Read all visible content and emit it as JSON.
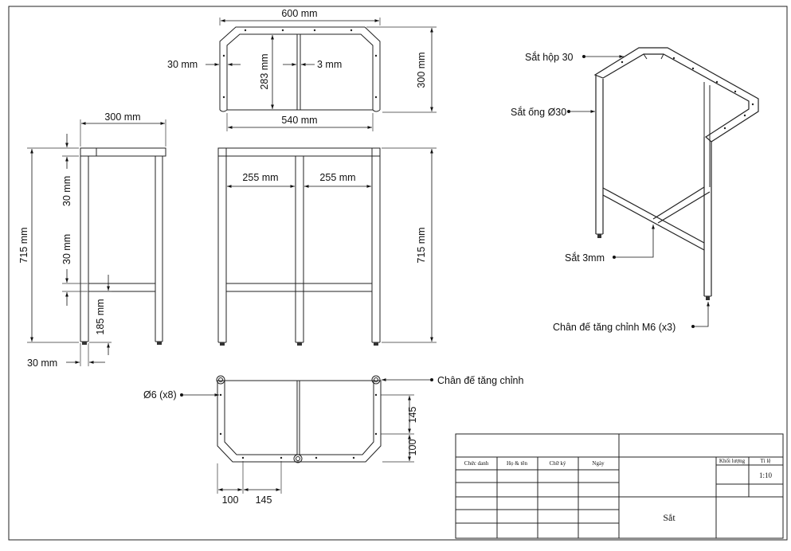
{
  "top_view": {
    "width_label": "600 mm",
    "left_tube_label": "30 mm",
    "inner_depth_label": "283 mm",
    "center_bar_label": "3 mm",
    "depth_label": "300 mm",
    "inner_width_label": "540 mm"
  },
  "side_view": {
    "width_label": "300 mm",
    "total_height_label": "715 mm",
    "top_tube_label": "30 mm",
    "mid_tube_label": "30 mm",
    "lower_height_label": "185 mm",
    "foot_label": "30 mm"
  },
  "front_view": {
    "left_gap_label": "255 mm",
    "right_gap_label": "255 mm",
    "height_label": "715 mm"
  },
  "bottom_view": {
    "holes_label": "Ø6 (x8)",
    "foot_label": "Chân đế tăng chỉnh",
    "vert_145": "145",
    "vert_100": "100",
    "horiz_100": "100",
    "horiz_145": "145"
  },
  "iso_view": {
    "box_label": "Sắt hộp 30",
    "pipe_label": "Sắt ống Ø30",
    "plate_label": "Sắt 3mm",
    "leveler_label": "Chân đế tăng chỉnh M6 (x3)"
  },
  "title_block": {
    "headers": [
      "Chức danh",
      "Họ & tên",
      "Chữ ký",
      "Ngày"
    ],
    "mass_label": "Khối lượng",
    "scale_label": "Tỉ lệ",
    "scale_value": "1:10",
    "material": "Sắt"
  }
}
